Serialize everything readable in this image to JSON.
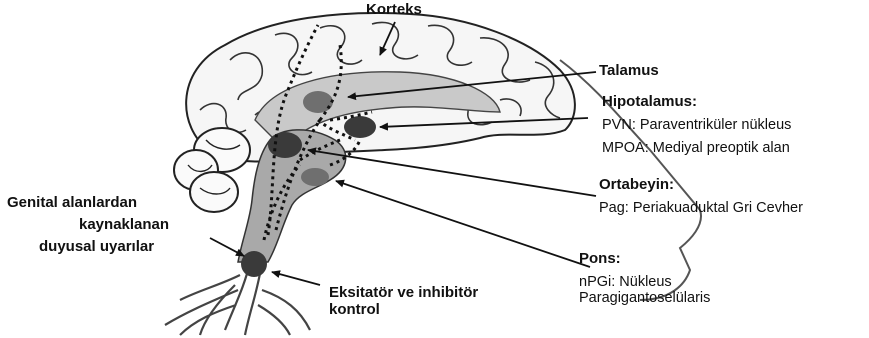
{
  "labels": {
    "cortex": "Korteks",
    "thalamus": "Talamus",
    "hypothalamus": {
      "title": "Hipotalamus:",
      "pvn": "PVN: Paraventriküler nükleus",
      "mpoa": "MPOA: Mediyal preoptik alan"
    },
    "midbrain": {
      "title": "Ortabeyin:",
      "pag": "Pag: Periakuaduktal Gri Cevher"
    },
    "genital": {
      "line1": "Genital alanlardan",
      "line2": "kaynaklanan",
      "line3": "duyusal uyarılar"
    },
    "pons": {
      "title": "Pons:",
      "line1": "nPGi: Nükleus",
      "line2": "Paragigantoselülaris"
    },
    "control": {
      "line1": "Eksitatör ve inhibitör",
      "line2": "kontrol"
    }
  },
  "colors": {
    "brain_fill": "#c9c9c9",
    "inner_fill": "#a9a9a9",
    "nucleus_dark": "#3a3a3a",
    "nucleus_mid": "#6f6f6f",
    "outline": "#222222"
  }
}
